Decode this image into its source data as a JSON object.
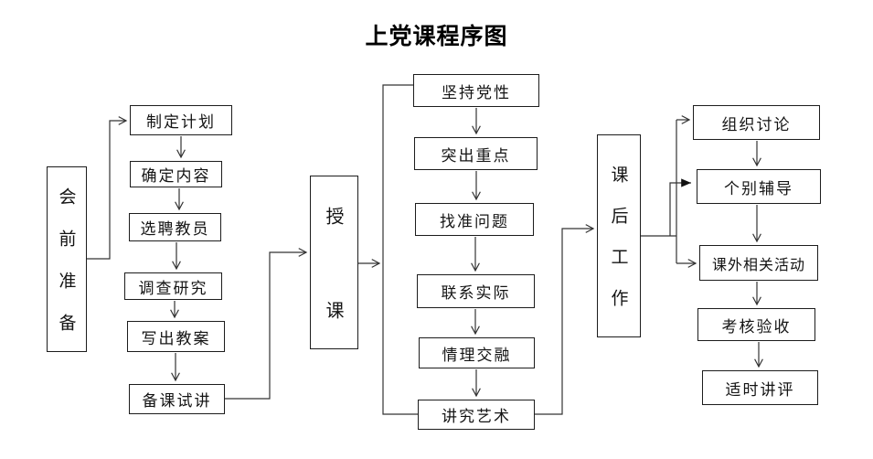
{
  "page": {
    "title": "上党课程序图",
    "background": "#ffffff",
    "line_color": "#333333"
  },
  "diagram": {
    "type": "flowchart",
    "phases": [
      {
        "id": "pre-meeting-preparation",
        "label": "会前准备"
      },
      {
        "id": "lecturing",
        "label": "授课"
      },
      {
        "id": "post-class-work",
        "label": "课后工作"
      }
    ],
    "pre_steps": [
      "制定计划",
      "确定内容",
      "选聘教员",
      "调查研究",
      "写出教案",
      "备课试讲"
    ],
    "teaching_points": [
      "坚持党性",
      "突出重点",
      "找准问题",
      "联系实际",
      "情理交融",
      "讲究艺术"
    ],
    "post_steps": [
      "组织讨论",
      "个别辅导",
      "课外相关活动",
      "考核验收",
      "适时讲评"
    ],
    "edges": [
      {
        "from": "会前准备",
        "to": "制定计划",
        "arrowhead": "open"
      },
      {
        "from": "制定计划",
        "to": "确定内容",
        "arrowhead": "open"
      },
      {
        "from": "确定内容",
        "to": "选聘教员",
        "arrowhead": "open"
      },
      {
        "from": "选聘教员",
        "to": "调查研究",
        "arrowhead": "open"
      },
      {
        "from": "调查研究",
        "to": "写出教案",
        "arrowhead": "open"
      },
      {
        "from": "写出教案",
        "to": "备课试讲",
        "arrowhead": "open"
      },
      {
        "from": "备课试讲",
        "to": "授课",
        "arrowhead": "open"
      },
      {
        "from": "授课",
        "to": "坚持党性…讲究艺术 (竖线分支)",
        "arrowhead": "open"
      },
      {
        "from": "坚持党性",
        "to": "突出重点",
        "arrowhead": "open"
      },
      {
        "from": "突出重点",
        "to": "找准问题",
        "arrowhead": "open"
      },
      {
        "from": "找准问题",
        "to": "联系实际",
        "arrowhead": "open"
      },
      {
        "from": "联系实际",
        "to": "情理交融",
        "arrowhead": "open"
      },
      {
        "from": "情理交融",
        "to": "讲究艺术",
        "arrowhead": "open"
      },
      {
        "from": "讲究艺术",
        "to": "课后工作",
        "arrowhead": "open"
      },
      {
        "from": "课后工作",
        "to": "组织讨论",
        "arrowhead": "open"
      },
      {
        "from": "课后工作",
        "to": "个别辅导",
        "arrowhead": "solid"
      },
      {
        "from": "课后工作",
        "to": "课外相关活动",
        "arrowhead": "open"
      },
      {
        "from": "组织讨论",
        "to": "个别辅导",
        "arrowhead": "open"
      },
      {
        "from": "个别辅导",
        "to": "课外相关活动",
        "arrowhead": "open"
      },
      {
        "from": "课外相关活动",
        "to": "考核验收",
        "arrowhead": "open"
      },
      {
        "from": "考核验收",
        "to": "适时讲评",
        "arrowhead": "open"
      }
    ]
  }
}
